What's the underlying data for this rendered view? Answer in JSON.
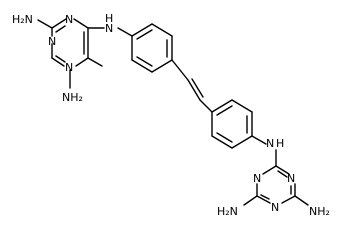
{
  "molecule": {
    "labels": {
      "nh2_top_left": "H₂N",
      "n_top_ring_upper": "N",
      "nh_top_link": "N",
      "h_top_link": "H",
      "n_top_ring_left": "N",
      "n_top_ring_lower": "N",
      "nh2_top_bottom": "NH₂",
      "nh_bottom_link": "N",
      "h_bottom_link": "H",
      "n_bottom_ring_left": "N",
      "n_bottom_ring_right": "N",
      "n_bottom_ring_lower": "N",
      "nh2_bottom_left": "H₂N",
      "nh2_bottom_right": "NH₂"
    },
    "colors": {
      "bond": "#000000",
      "text": "#000000",
      "background": "#ffffff"
    }
  }
}
